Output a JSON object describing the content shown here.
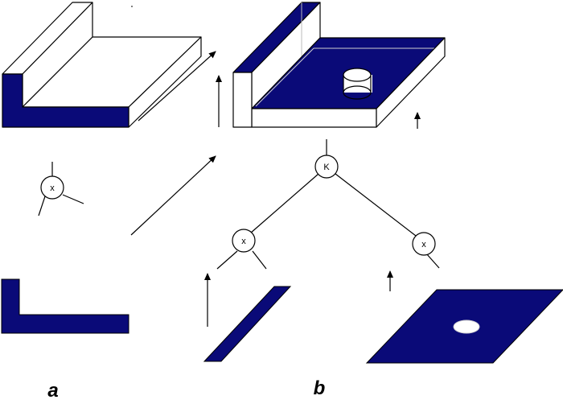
{
  "colors": {
    "fill": "#0a0a78",
    "stroke": "#000000",
    "hole": "#ffffff",
    "background": "#ffffff"
  },
  "operators": {
    "intersection_a": "x",
    "intersection_b1": "x",
    "intersection_b2": "x",
    "complement_root": "K"
  },
  "panels": {
    "left": "a",
    "right": "b"
  }
}
